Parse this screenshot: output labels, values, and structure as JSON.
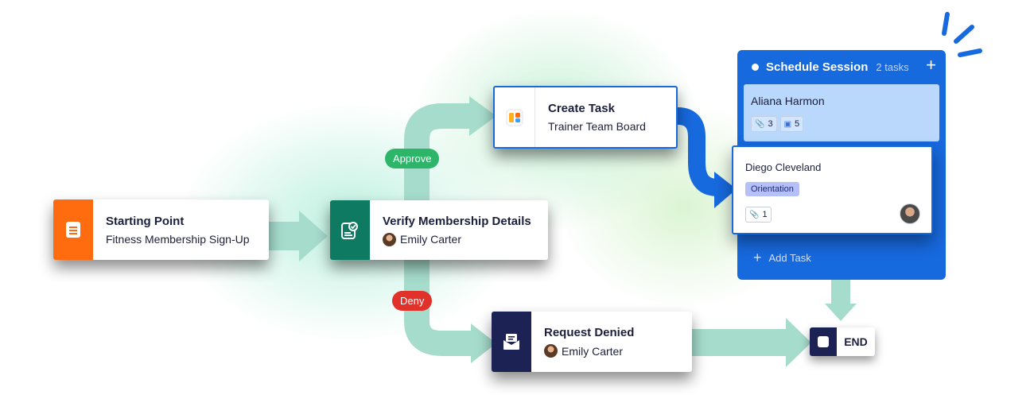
{
  "nodes": {
    "start": {
      "title": "Starting Point",
      "subtitle": "Fitness Membership Sign-Up",
      "icon": "document-icon",
      "color": "#ff6b0f"
    },
    "verify": {
      "title": "Verify Membership Details",
      "assignee": "Emily Carter",
      "icon": "approval-icon",
      "color": "#0f7a62"
    },
    "create_task": {
      "title": "Create Task",
      "subtitle": "Trainer Team Board",
      "icon": "board-icon"
    },
    "denied": {
      "title": "Request Denied",
      "assignee": "Emily Carter",
      "icon": "envelope-icon",
      "color": "#1c2354"
    },
    "end": {
      "label": "END",
      "icon": "stop-icon",
      "color": "#1c2354"
    }
  },
  "branches": {
    "approve": "Approve",
    "deny": "Deny",
    "approve_color": "#2db56a",
    "deny_color": "#e0312b"
  },
  "board": {
    "column_title": "Schedule Session",
    "task_count": "2 tasks",
    "add_label": "Add Task",
    "color": "#1769de",
    "cards": [
      {
        "name": "Aliana Harmon",
        "attachments": "3",
        "comments": "5"
      },
      {
        "name": "Diego Cleveland",
        "tag": "Orientation",
        "attachments": "1"
      }
    ]
  }
}
